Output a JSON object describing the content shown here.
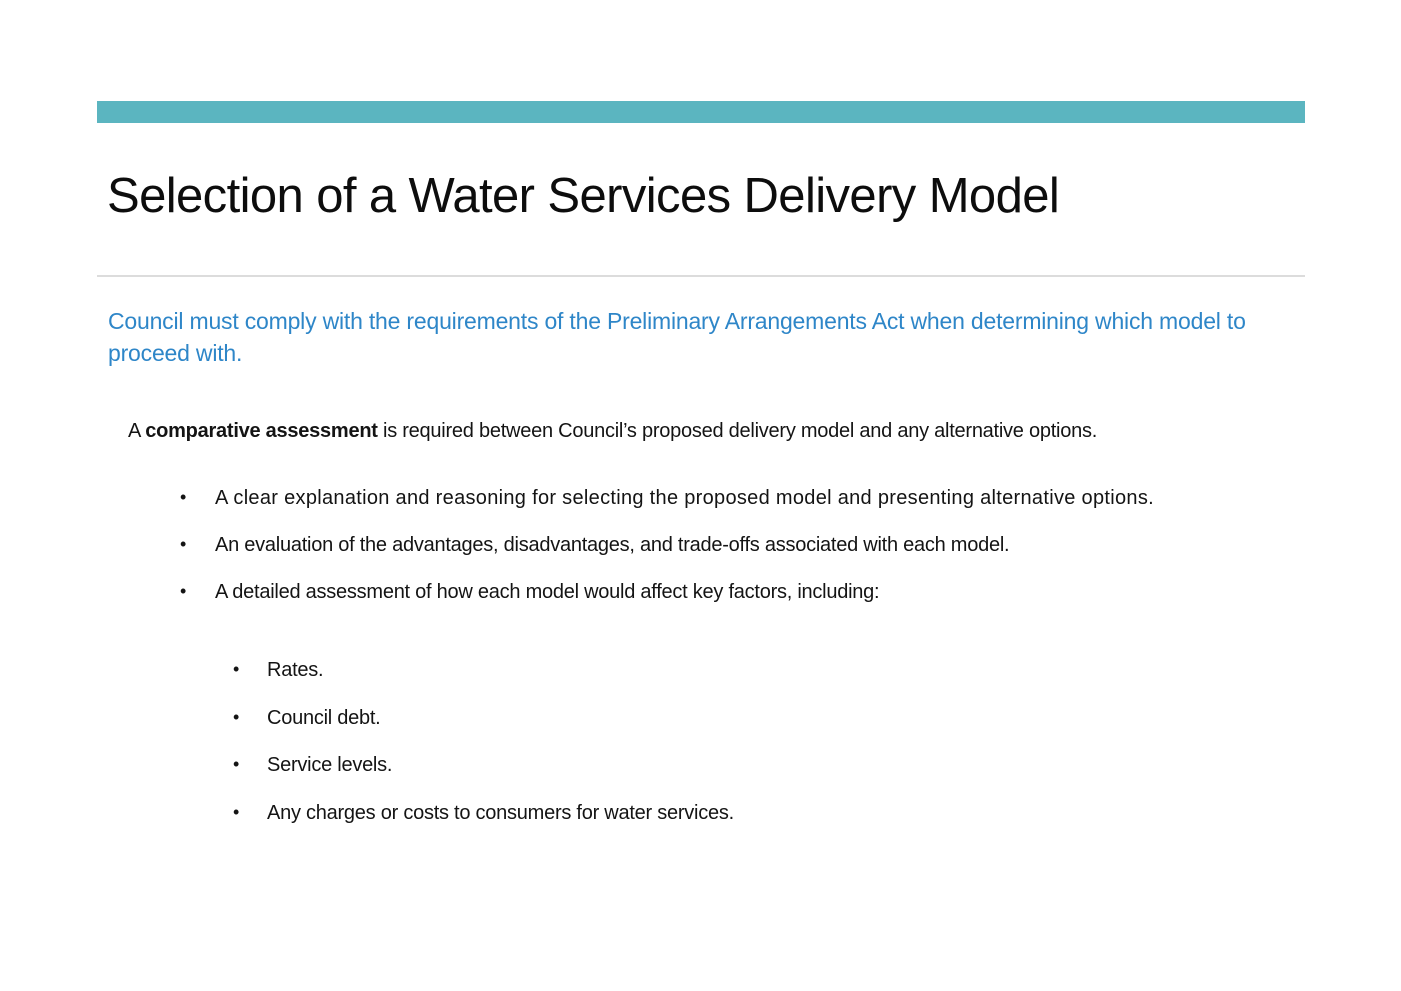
{
  "slide": {
    "accent_bar_color": "#5bb5c0",
    "title": "Selection of a Water Services Delivery Model",
    "subtitle": "Council must comply with the requirements of the Preliminary Arrangements Act when determining which model to proceed with.",
    "subtitle_color": "#2e86c8",
    "intro": {
      "prefix": "A ",
      "bold": "comparative assessment",
      "suffix": " is required between Council’s proposed delivery model and any alternative options."
    },
    "bullet_glyph": "•",
    "bullets": [
      {
        "text": "A clear explanation and reasoning for selecting the proposed model and presenting alternative options."
      },
      {
        "text": "An evaluation of the advantages, disadvantages, and trade-offs associated with each model."
      },
      {
        "text": "A detailed assessment of how each model would affect key factors, including:"
      }
    ],
    "sub_bullets": [
      {
        "text": "Rates."
      },
      {
        "text": "Council debt."
      },
      {
        "text": "Service levels."
      },
      {
        "text": "Any charges or costs to consumers for water services."
      }
    ]
  }
}
